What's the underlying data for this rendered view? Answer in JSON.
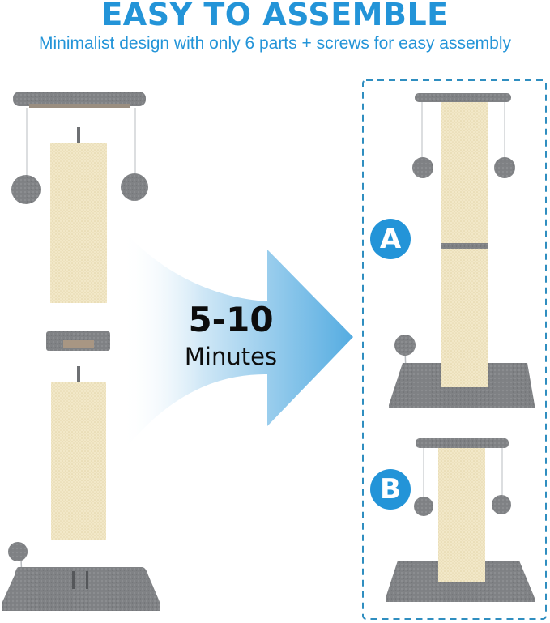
{
  "header": {
    "title": "EASY TO ASSEMBLE",
    "subtitle": "Minimalist design with only 6 parts + screws for easy assembly"
  },
  "arrow": {
    "time_range": "5-10",
    "time_unit": "Minutes"
  },
  "assembled": {
    "option_a_label": "A",
    "option_b_label": "B"
  },
  "colors": {
    "accent": "#2394d8",
    "arrow": "#5aafe2",
    "sisal": "#f1e6c4",
    "plush": "#7d7f82"
  }
}
